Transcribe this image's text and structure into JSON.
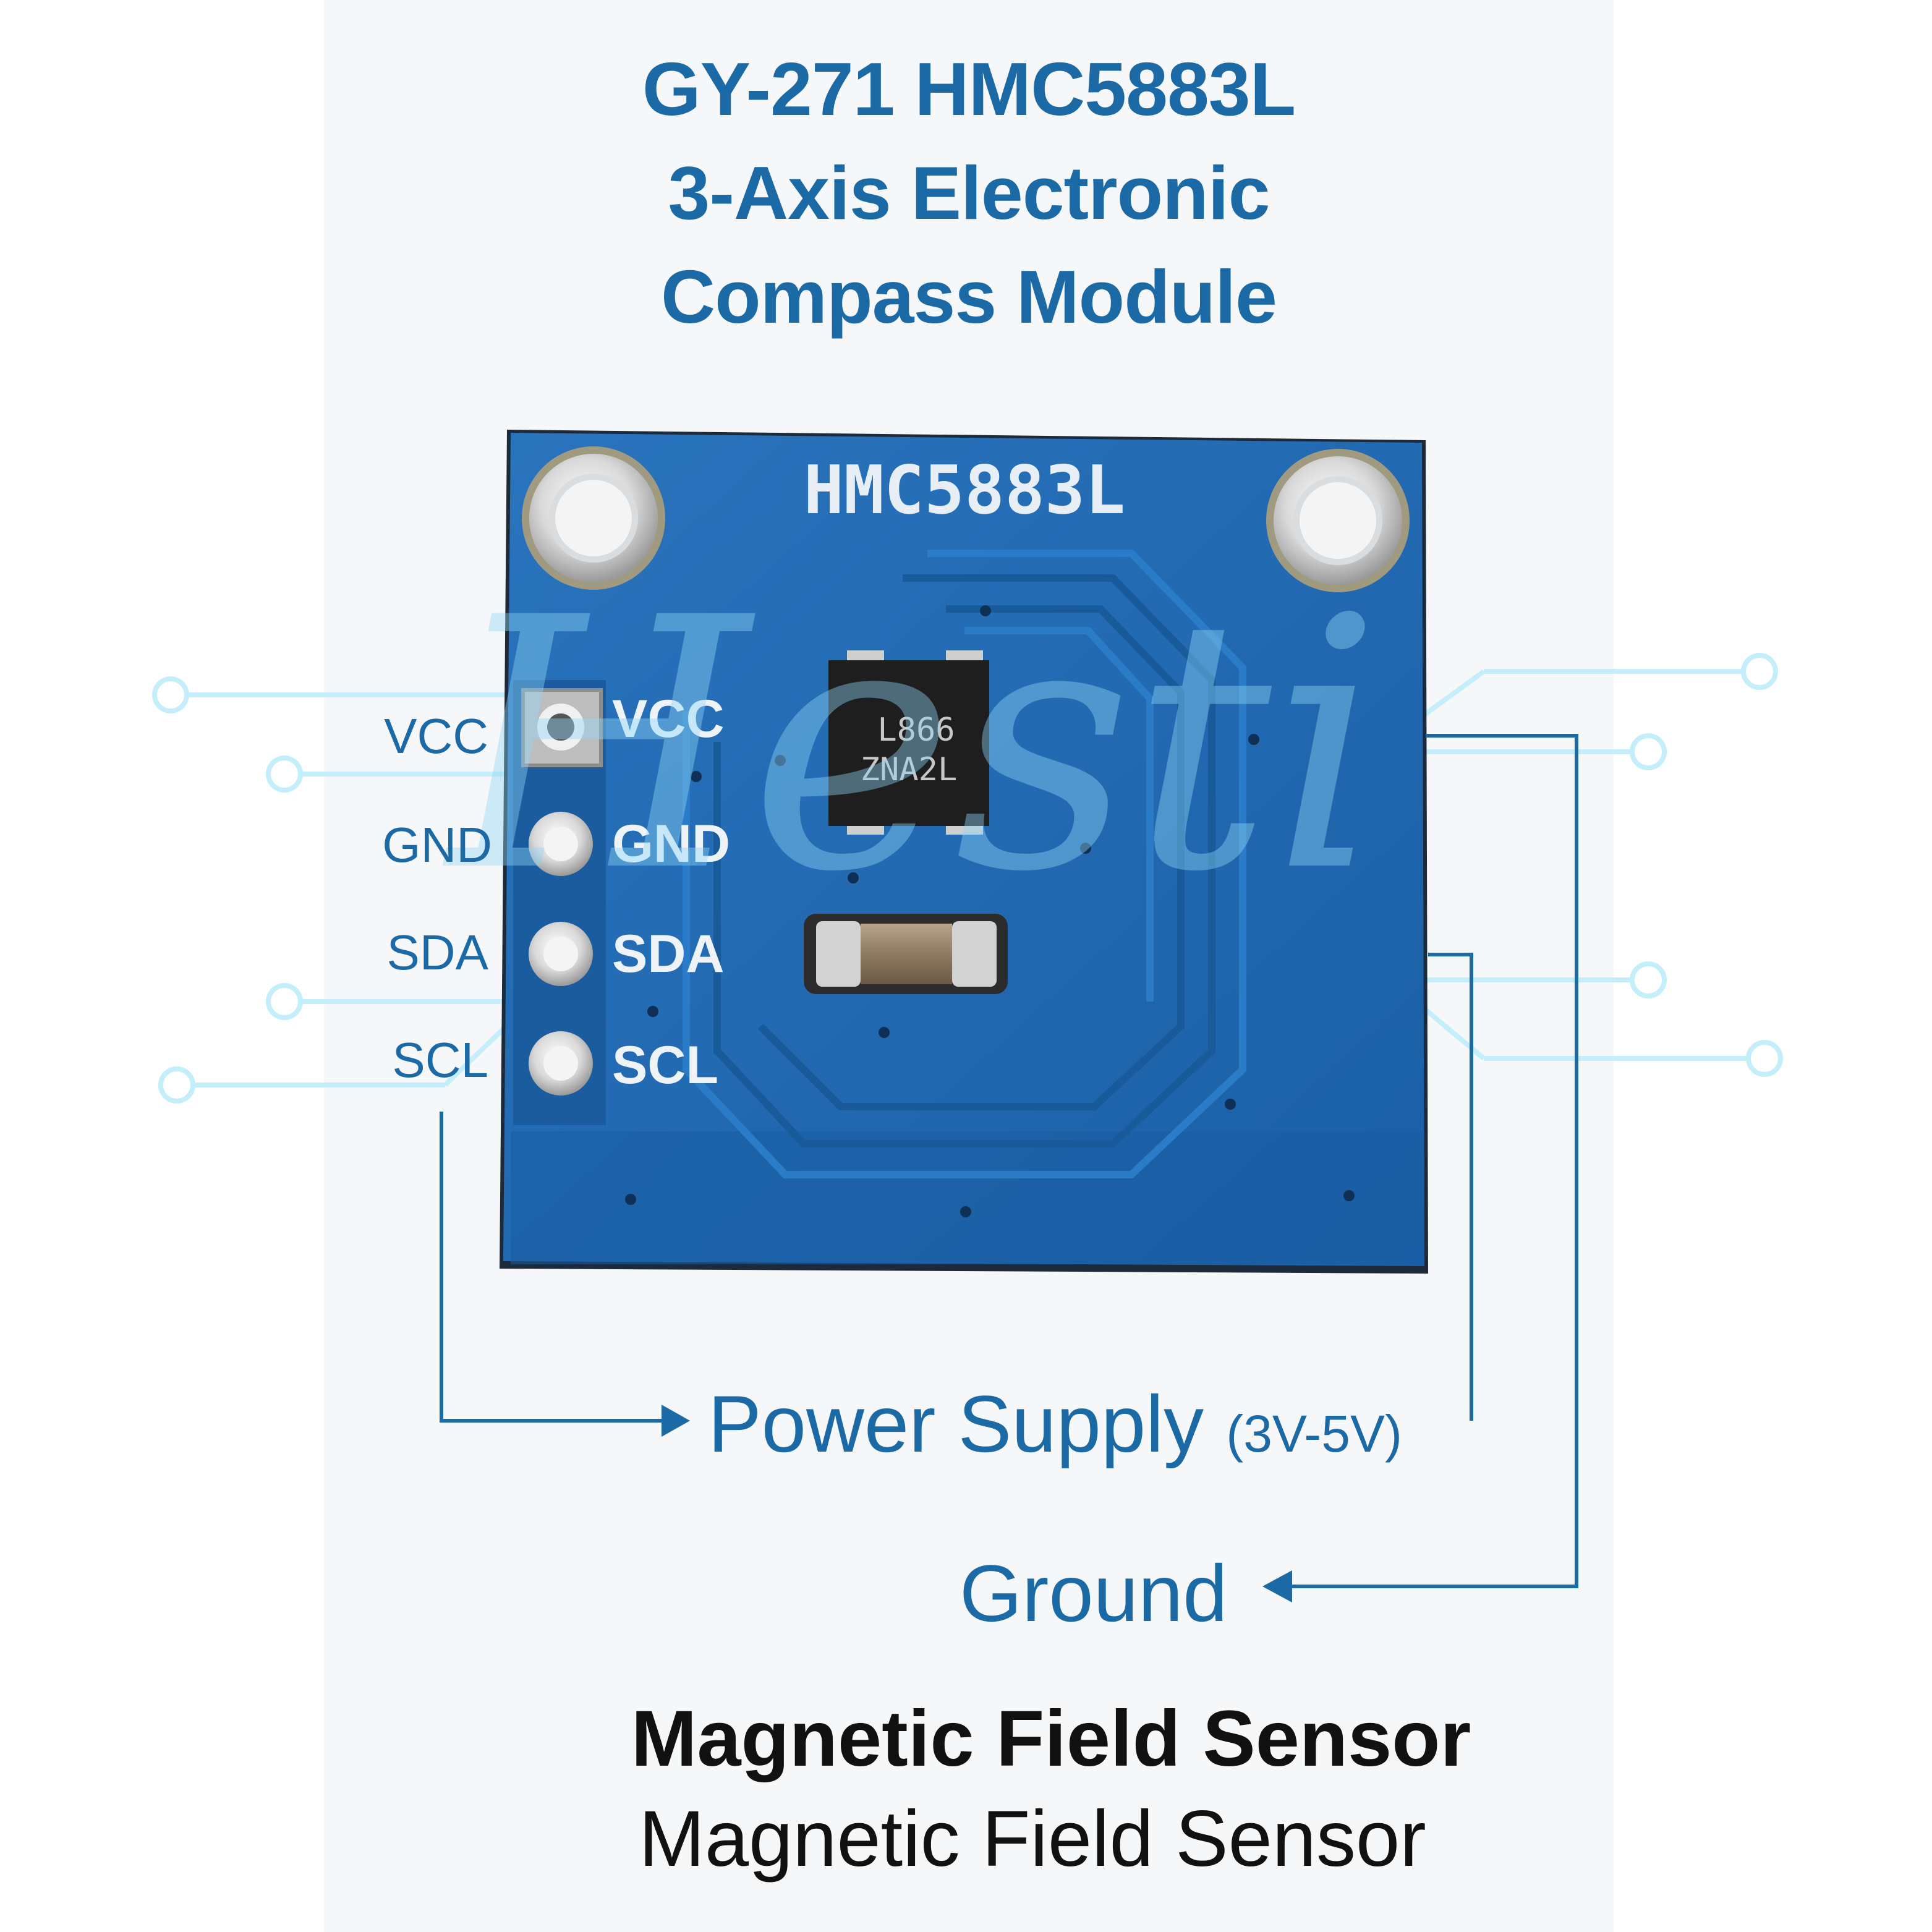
{
  "title": {
    "line1": "GY-271 HMC5883L",
    "line2": "3-Axis Electronic",
    "line3": "Compass Module"
  },
  "board": {
    "silkscreen": "HMC5883L",
    "chip_marking_line1": "L866",
    "chip_marking_line2": "ZNA2L",
    "pins": [
      "VCC",
      "GND",
      "SDA",
      "SCL"
    ]
  },
  "outer_labels": [
    "VCC",
    "GND",
    "SDA",
    "SCL"
  ],
  "callouts": {
    "power_supply": "Power Supply",
    "power_range": "(3V-5V)",
    "ground": "Ground"
  },
  "footer": {
    "bold": "Magnetic Field Sensor",
    "plain": "Magnetic Field Sensor"
  },
  "watermark": "Hesti",
  "colors": {
    "accent": "#1b6aa6",
    "board": "#1f68b0",
    "board_dark": "#15528e",
    "text": "#111111",
    "decor": "#bfeefa"
  }
}
